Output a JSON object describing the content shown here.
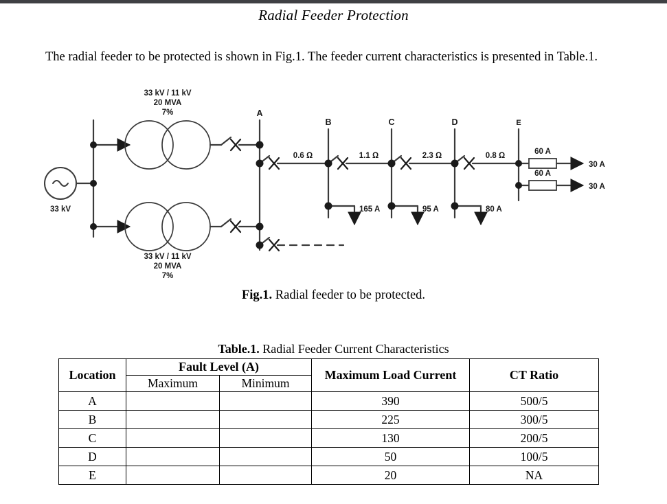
{
  "document": {
    "title": "Radial Feeder Protection",
    "intro": "The radial feeder to be protected is shown in Fig.1. The feeder current characteristics is presented in Table.1."
  },
  "figure": {
    "caption_number": "Fig.1.",
    "caption_text": " Radial feeder to be protected.",
    "source_label": "33 kV",
    "transformer_top": {
      "line1": "33 kV / 11 kV",
      "line2": "20 MVA",
      "line3": "7%"
    },
    "transformer_bottom": {
      "line1": "33 kV / 11 kV",
      "line2": "20 MVA",
      "line3": "7%"
    },
    "buses": [
      "A",
      "B",
      "C",
      "D",
      "E"
    ],
    "impedances": [
      "0.6 Ω",
      "1.1 Ω",
      "2.3 Ω",
      "0.8 Ω"
    ],
    "loads": [
      "165 A",
      "95 A",
      "80 A"
    ],
    "fuses": [
      {
        "rating": "60 A",
        "load": "30 A"
      },
      {
        "rating": "60 A",
        "load": "30 A"
      }
    ]
  },
  "table": {
    "caption_number": "Table.1.",
    "caption_text": " Radial Feeder Current Characteristics",
    "headers": {
      "location": "Location",
      "fault_level": "Fault Level (A)",
      "fault_max": "Maximum",
      "fault_min": "Minimum",
      "max_load_current": "Maximum Load Current",
      "ct_ratio": "CT Ratio"
    },
    "rows": [
      {
        "location": "A",
        "fault_max": "",
        "fault_min": "",
        "max_load_current": "390",
        "ct_ratio": "500/5"
      },
      {
        "location": "B",
        "fault_max": "",
        "fault_min": "",
        "max_load_current": "225",
        "ct_ratio": "300/5"
      },
      {
        "location": "C",
        "fault_max": "",
        "fault_min": "",
        "max_load_current": "130",
        "ct_ratio": "200/5"
      },
      {
        "location": "D",
        "fault_max": "",
        "fault_min": "",
        "max_load_current": "50",
        "ct_ratio": "100/5"
      },
      {
        "location": "E",
        "fault_max": "",
        "fault_min": "",
        "max_load_current": "20",
        "ct_ratio": "NA"
      }
    ]
  },
  "colors": {
    "topbar": "#3f4044",
    "ink": "#1a1a1a",
    "page": "#ffffff"
  }
}
